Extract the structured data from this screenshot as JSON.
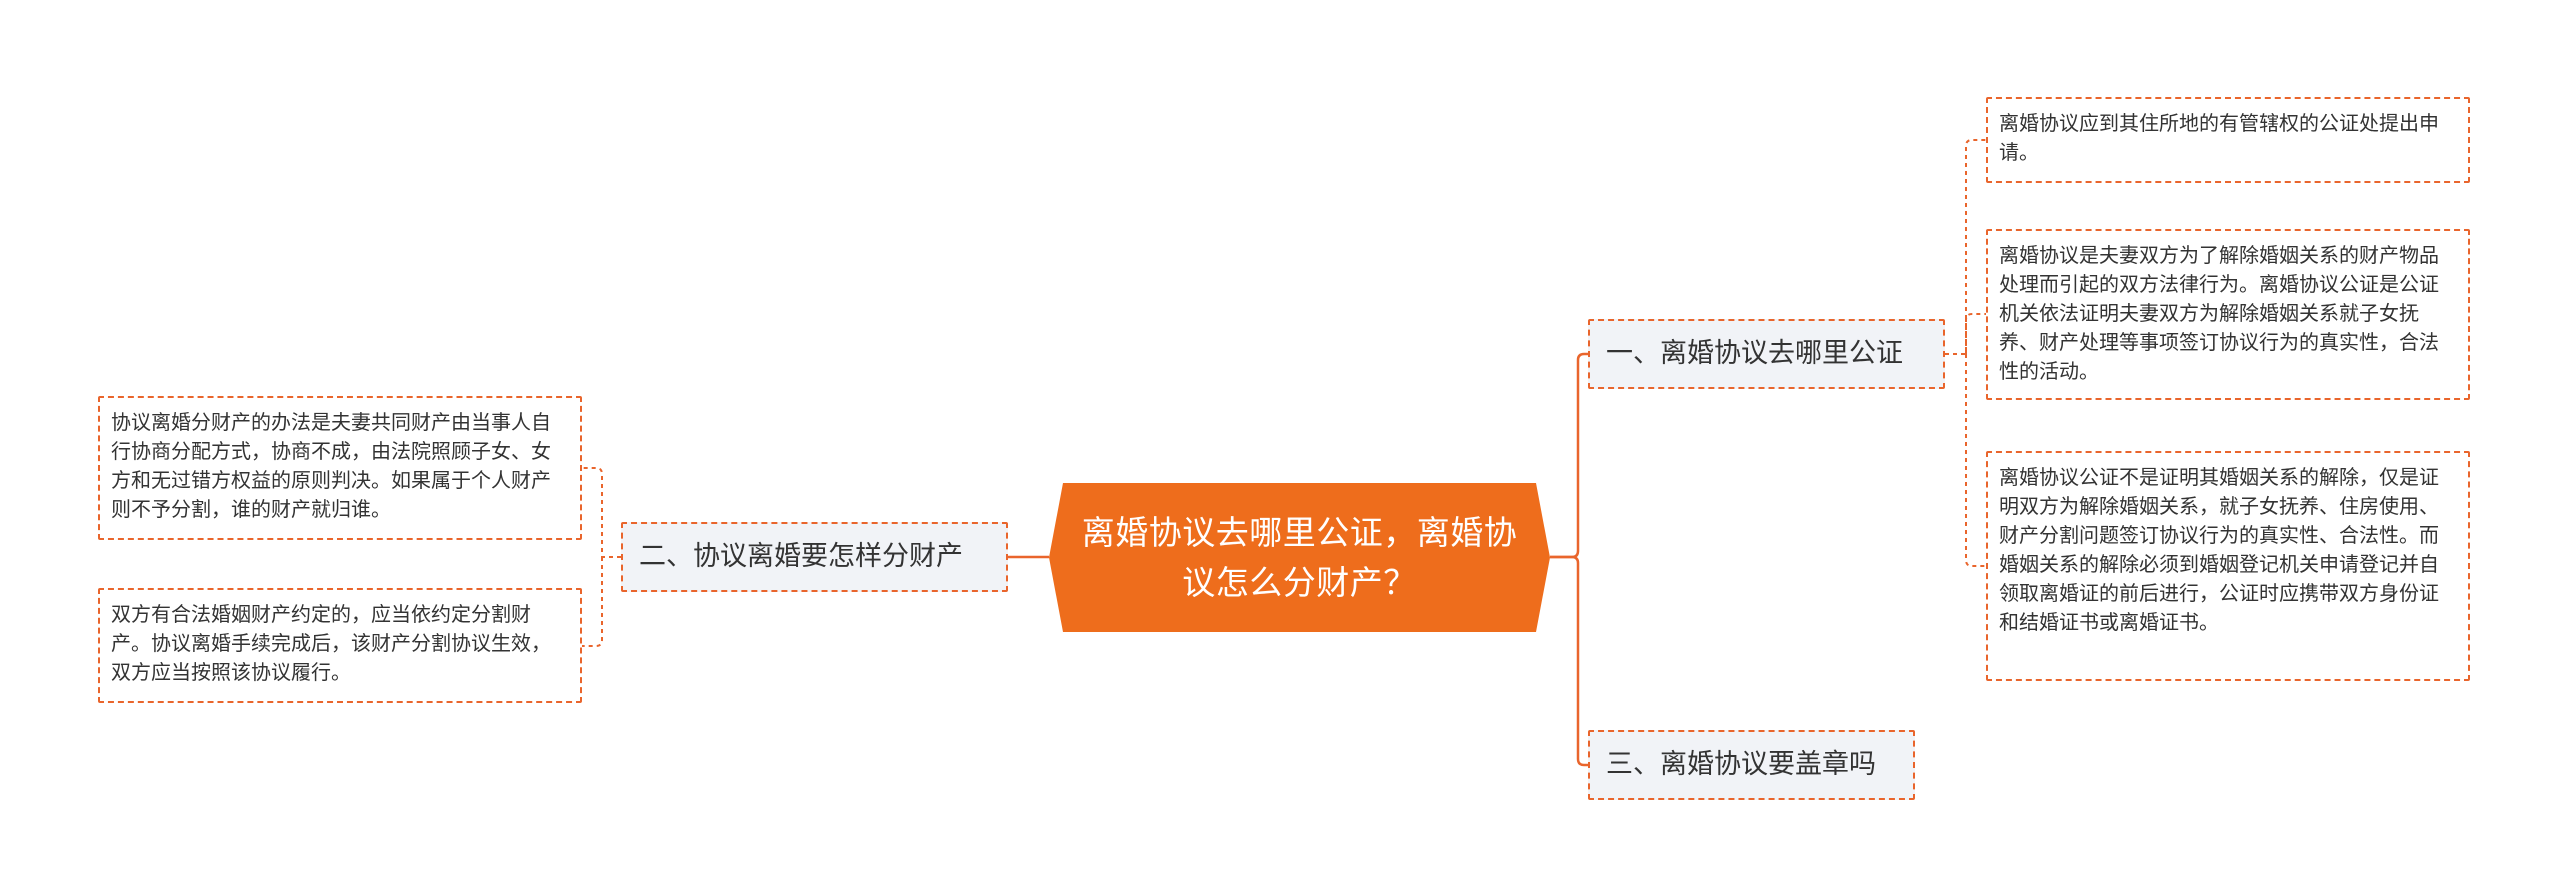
{
  "root": {
    "title": "离婚协议去哪里公证，离婚协议怎么分财产？"
  },
  "branches": [
    {
      "label": "一、离婚协议去哪里公证",
      "leaves": [
        "离婚协议应到其住所地的有管辖权的公证处提出申请。",
        "离婚协议是夫妻双方为了解除婚姻关系的财产物品处理而引起的双方法律行为。离婚协议公证是公证机关依法证明夫妻双方为解除婚姻关系就子女抚养、财产处理等事项签订协议行为的真实性，合法性的活动。",
        "离婚协议公证不是证明其婚姻关系的解除，仅是证明双方为解除婚姻关系，就子女抚养、住房使用、财产分割问题签订协议行为的真实性、合法性。而婚姻关系的解除必须到婚姻登记机关申请登记并自领取离婚证的前后进行，公证时应携带双方身份证和结婚证书或离婚证书。"
      ]
    },
    {
      "label": "二、协议离婚要怎样分财产",
      "leaves": [
        "协议离婚分财产的办法是夫妻共同财产由当事人自行协商分配方式，协商不成，由法院照顾子女、女方和无过错方权益的原则判决。如果属于个人财产则不予分割，谁的财产就归谁。",
        "双方有合法婚姻财产约定的，应当依约定分割财产。协议离婚手续完成后，该财产分割协议生效，双方应当按照该协议履行。"
      ]
    },
    {
      "label": "三、离婚协议要盖章吗",
      "leaves": []
    }
  ],
  "colors": {
    "accent": "#e9652c",
    "root_fill": "#ee6d1c",
    "branch_fill": "#f1f3f7",
    "text": "#333333"
  }
}
